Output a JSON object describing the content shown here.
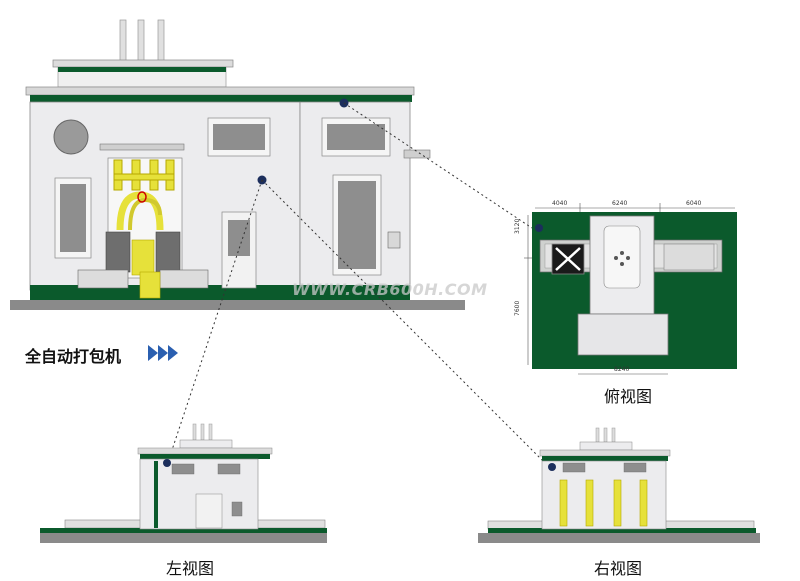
{
  "labels": {
    "main_title": "全自动打包机",
    "top_view": "俯视图",
    "left_view": "左视图",
    "right_view": "右视图",
    "watermark": "WWW.CRB600H.COM"
  },
  "dimensions": {
    "top": [
      "4040",
      "6240",
      "6040"
    ],
    "left": [
      "3120",
      "7600"
    ],
    "bottom": "8240"
  },
  "colors": {
    "green": "#0b5a2c",
    "gray": "#e7e7e9",
    "yellow": "#e6e13a",
    "dark": "#1a1a1a",
    "arrow": "#2a5fb0"
  }
}
